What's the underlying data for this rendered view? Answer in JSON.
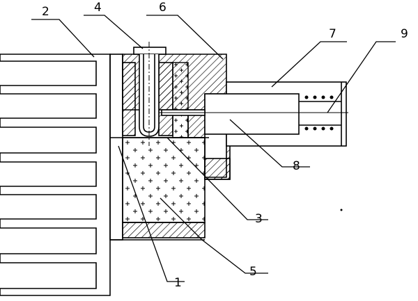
{
  "diagram": {
    "labels": {
      "l1": "1",
      "l2": "2",
      "l3": "3",
      "l4": "4",
      "l5": "5",
      "l6": "6",
      "l7": "7",
      "l8": "8",
      "l9": "9"
    },
    "colors": {
      "ink": "#000000",
      "paper": "#ffffff"
    }
  }
}
